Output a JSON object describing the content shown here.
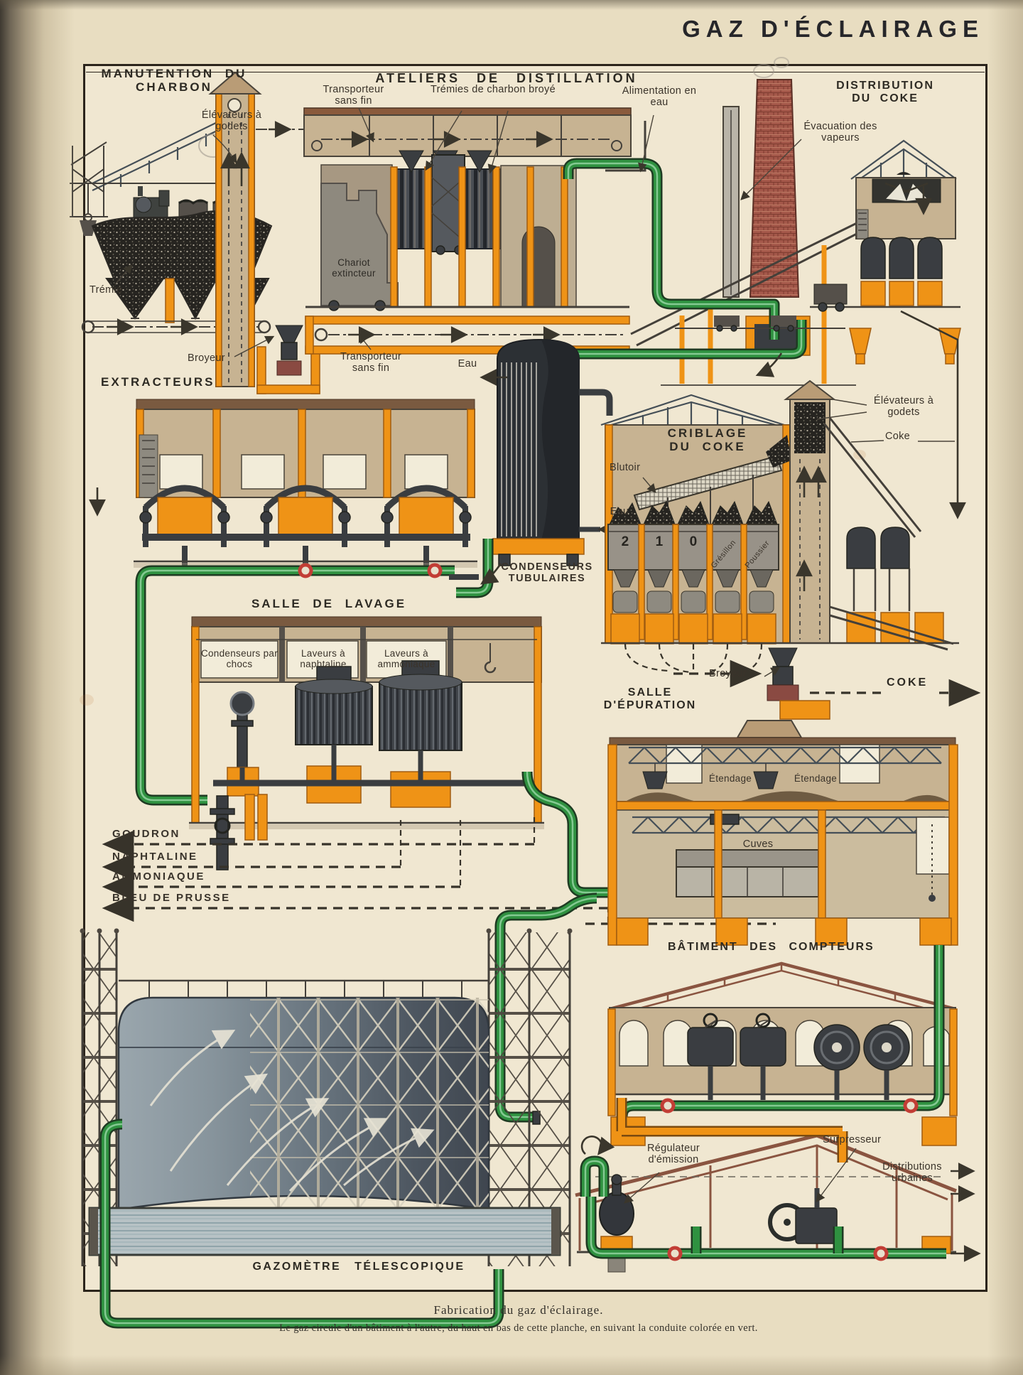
{
  "page": {
    "title": "GAZ D'ÉCLAIRAGE"
  },
  "caption": {
    "line1": "Fabrication du gaz d'éclairage.",
    "line2": "Le gaz circule d'un bâtiment à l'autre, du haut en bas de cette planche, en suivant la conduite colorée en vert."
  },
  "colors": {
    "pipe_green": "#2f9140",
    "accent_orange": "#ef9316",
    "brick_red": "#a4584a",
    "paper": "#e8ddc1",
    "plate": "#f0e7d1"
  },
  "sections": {
    "manutention": {
      "title": "MANUTENTION DU CHARBON",
      "elevateurs": "Élévateurs à godets",
      "tremie": "Trémie",
      "broyeur": "Broyeur",
      "transporteur": "Transporteur sans fin"
    },
    "distillation": {
      "title": "ATELIERS DE DISTILLATION",
      "transporteur": "Transporteur sans fin",
      "tremies": "Trémies de charbon broyé",
      "alimentation": "Alimentation en eau",
      "chariot": "Chariot extincteur",
      "evacuation": "Évacuation des vapeurs"
    },
    "distribution": {
      "title": "DISTRIBUTION DU COKE"
    },
    "extracteurs": {
      "title": "EXTRACTEURS"
    },
    "condenseurs": {
      "label": "CONDENSEURS TUBULAIRES",
      "eau_haut": "Eau",
      "eau_bas": "Eau"
    },
    "criblage": {
      "title": "CRIBLAGE DU COKE",
      "blutoir": "Blutoir",
      "elevateurs": "Élévateurs à godets",
      "coke": "Coke",
      "bins": [
        "2",
        "1",
        "0",
        "Grésillon",
        "Poussier"
      ],
      "broyeur": "Broyeur",
      "coke_sortie": "COKE"
    },
    "lavage": {
      "title": "SALLE DE LAVAGE",
      "condenseurs_chocs": "Condenseurs par chocs",
      "laveurs_naphtaline": "Laveurs à naphtaline",
      "laveurs_ammoniaque": "Laveurs à ammoniaque"
    },
    "sous_produits": {
      "goudron": "GOUDRON",
      "naphtaline": "NAPHTALINE",
      "ammoniaque": "AMMONIAQUE",
      "bleu_de_prusse": "BLEU DE PRUSSE"
    },
    "epuration": {
      "title": "SALLE D'ÉPURATION",
      "etendage_gauche": "Étendage",
      "etendage_droit": "Étendage",
      "cuves": "Cuves"
    },
    "compteurs": {
      "title": "BÂTIMENT DES COMPTEURS"
    },
    "gazometre": {
      "title": "GAZOMÈTRE  TÉLESCOPIQUE"
    },
    "sortie": {
      "regulateur": "Régulateur d'émission",
      "surpresseur": "Surpresseur",
      "distributions": "Distributions urbaines"
    }
  }
}
